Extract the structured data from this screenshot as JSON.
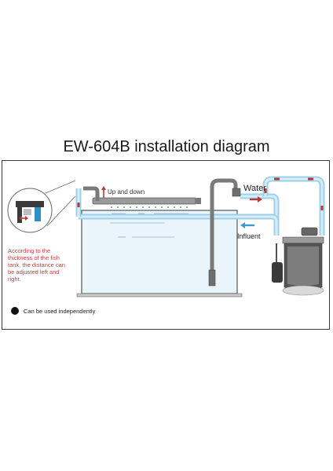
{
  "title": "EW-604B installation diagram",
  "labels": {
    "up_down": "Up and down",
    "water": "Water",
    "influent": "Influent",
    "note": "According to the thickness of the fish tank, the distance can be adjusted left and right.",
    "independent": "Can be used independently"
  },
  "colors": {
    "pipe_blue": "#9fd0ea",
    "pipe_blue_light": "#d6eef8",
    "tank_water": "#e9f5fb",
    "arrow_red": "#b63a3a",
    "arrow_blue": "#3d9ad6",
    "note_red": "#d23a3a",
    "pipe_gray": "#7a7a7a"
  }
}
